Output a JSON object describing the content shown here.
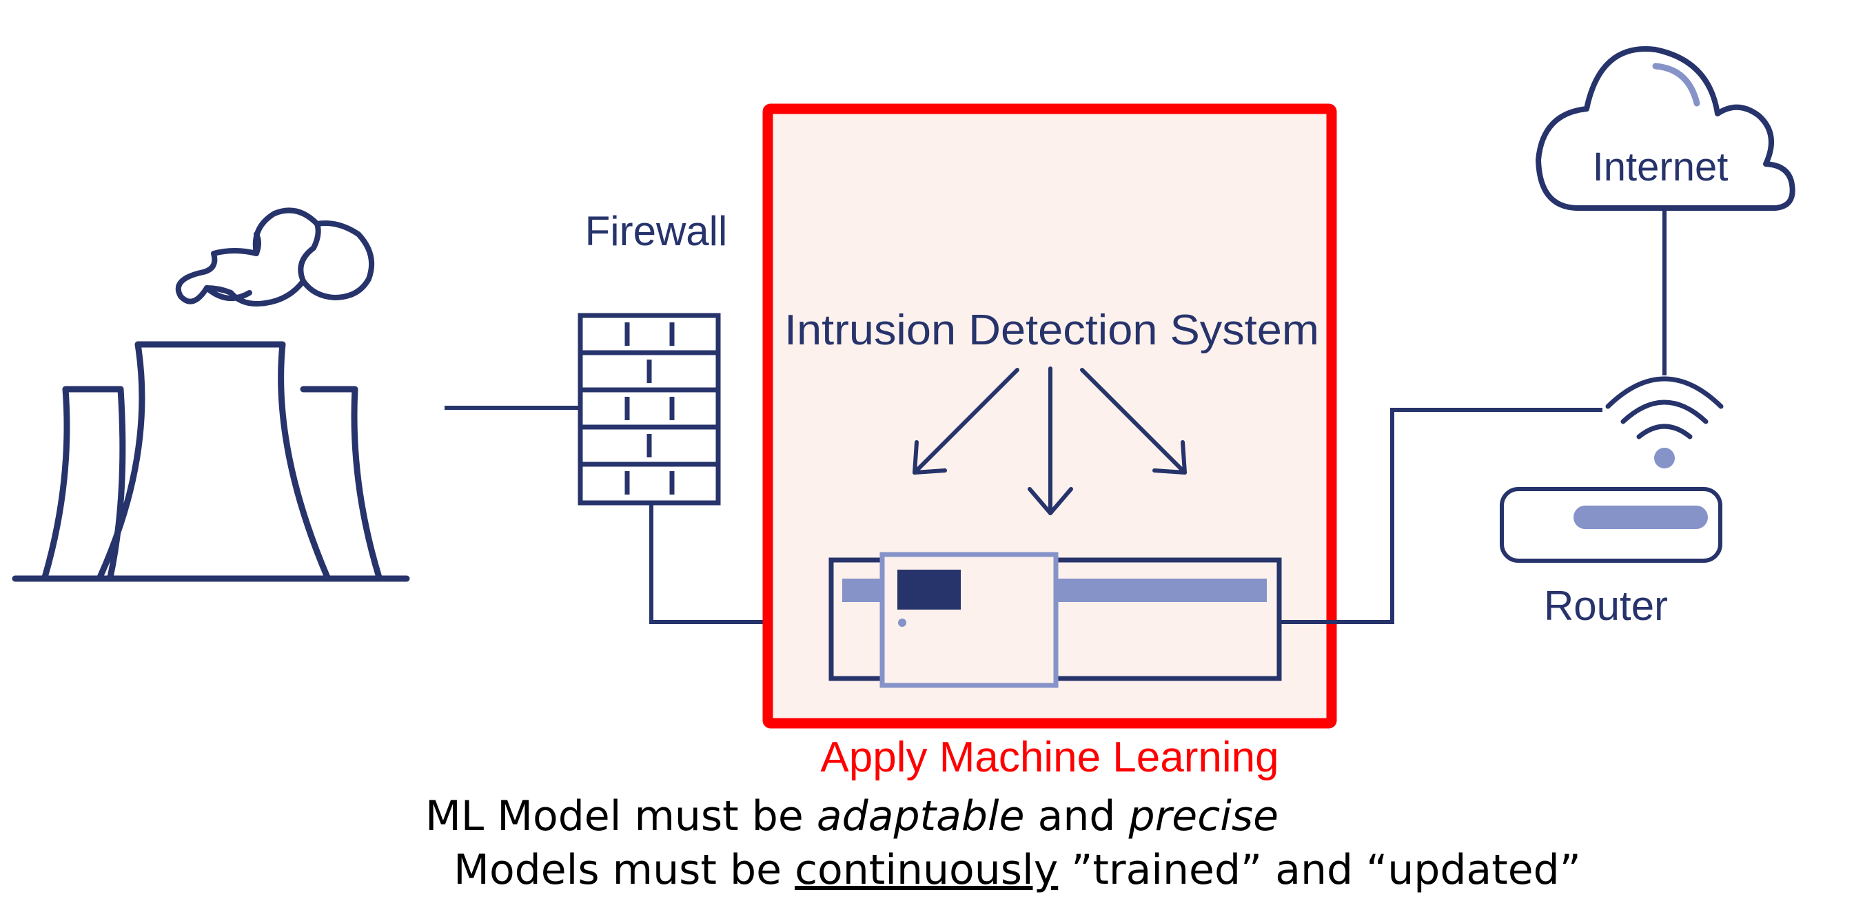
{
  "colors": {
    "navy": "#27336b",
    "light_navy": "#8593c9",
    "red": "#ff0000",
    "box_fill": "#fcf1ec",
    "text_black": "#000000"
  },
  "labels": {
    "firewall": "Firewall",
    "ids_title": "Intrusion Detection System",
    "internet": "Internet",
    "router": "Router",
    "apply_ml": "Apply Machine Learning"
  },
  "notes": {
    "line1_a": "ML Model must be ",
    "line1_b": "adaptable",
    "line1_c": " and ",
    "line1_d": "precise",
    "line2_a": "Models must be ",
    "line2_b": "continuously",
    "line2_c": " ”trained” and “updated”"
  },
  "icons": [
    "power-plant-icon",
    "firewall-icon",
    "server-icon",
    "cloud-icon",
    "wifi-icon",
    "router-icon"
  ]
}
